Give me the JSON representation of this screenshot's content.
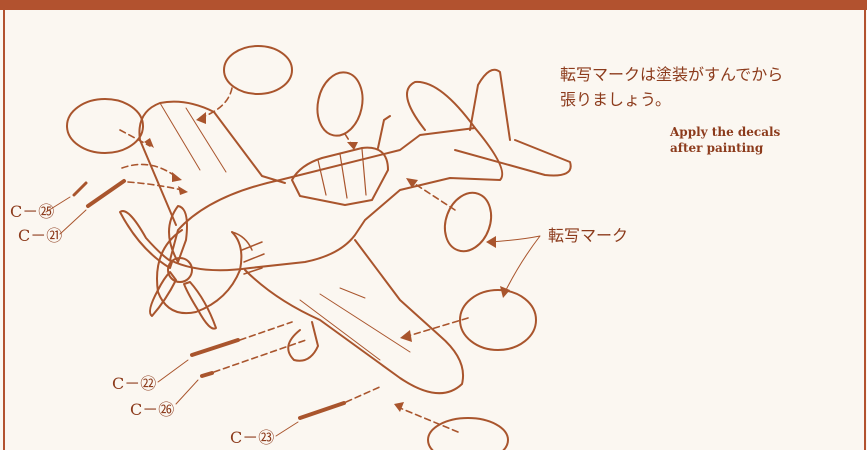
{
  "instruction_jp": {
    "line1": "転写マークは塗装がすんでから",
    "line2": "張りましょう。"
  },
  "instruction_en": {
    "line1": "Apply the decals",
    "line2": "after painting"
  },
  "decal_label": "転写マーク",
  "part_labels": [
    "C－㉕",
    "C－㉑",
    "C－㉒",
    "C－㉖",
    "C－㉓"
  ],
  "colors": {
    "ink": "#8c3b1c",
    "frame": "#b2522f",
    "paper": "#fbf7f1"
  }
}
